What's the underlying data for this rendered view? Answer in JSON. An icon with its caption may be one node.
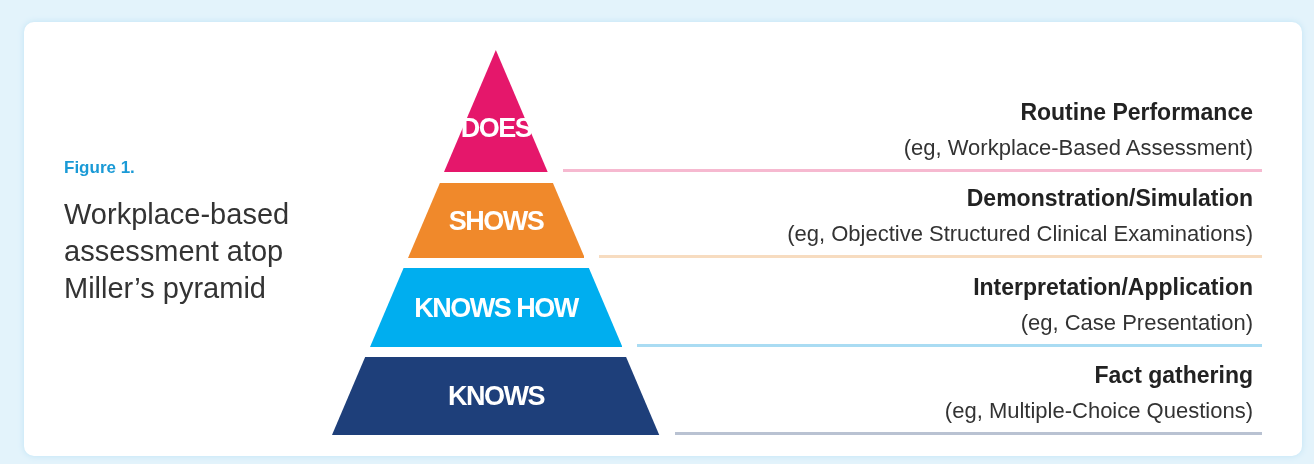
{
  "diagram": {
    "title": "Workplace-based assessment atop Miller’s pyramid",
    "nodes": [
      {
        "text": [
          "DOES"
        ],
        "beside": [
          "Routine Performance",
          "(eg, Workplace-Based Assessment)"
        ]
      },
      {
        "text": [
          "SHOWS"
        ],
        "beside": [
          "Demonstration/Simulation",
          "(eg, Objective Structured Clinical Examinations)"
        ]
      },
      {
        "text": [
          "KNOWS HOW"
        ],
        "beside": [
          "Interpretation/Application",
          "(eg, Case Presentation)"
        ]
      },
      {
        "text": [
          "KNOWS"
        ],
        "beside": [
          "Fact gathering",
          "(eg, Multiple-Choice Questions)"
        ]
      }
    ],
    "labels": [
      "Figure 1."
    ]
  }
}
